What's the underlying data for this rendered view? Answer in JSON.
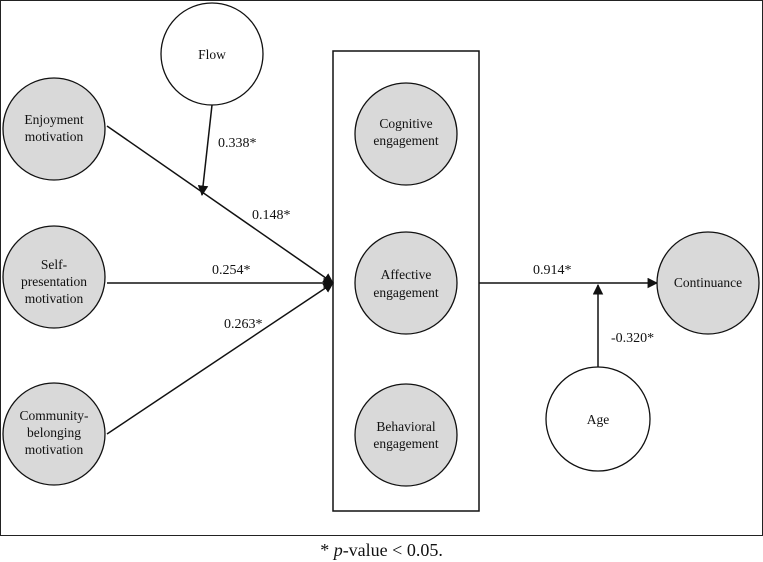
{
  "nodes": {
    "flow": {
      "lines": [
        "Flow"
      ]
    },
    "enjoyment": {
      "lines": [
        "Enjoyment",
        "motivation"
      ]
    },
    "selfpres": {
      "lines": [
        "Self-",
        "presentation",
        "motivation"
      ]
    },
    "community": {
      "lines": [
        "Community-",
        "belonging",
        "motivation"
      ]
    },
    "cognitive": {
      "lines": [
        "Cognitive",
        "engagement"
      ]
    },
    "affective": {
      "lines": [
        "Affective",
        "engagement"
      ]
    },
    "behavioral": {
      "lines": [
        "Behavioral",
        "engagement"
      ]
    },
    "continuance": {
      "lines": [
        "Continuance"
      ]
    },
    "age": {
      "lines": [
        "Age"
      ]
    }
  },
  "paths": {
    "flow_moderation": "0.338*",
    "enjoyment_engagement": "0.148*",
    "selfpres_engagement": "0.254*",
    "community_engagement": "0.263*",
    "engagement_continuance": "0.914*",
    "age_moderation": "-0.320*"
  },
  "footnote": {
    "prefix": "* ",
    "italic": "p",
    "suffix": "-value < 0.05."
  }
}
